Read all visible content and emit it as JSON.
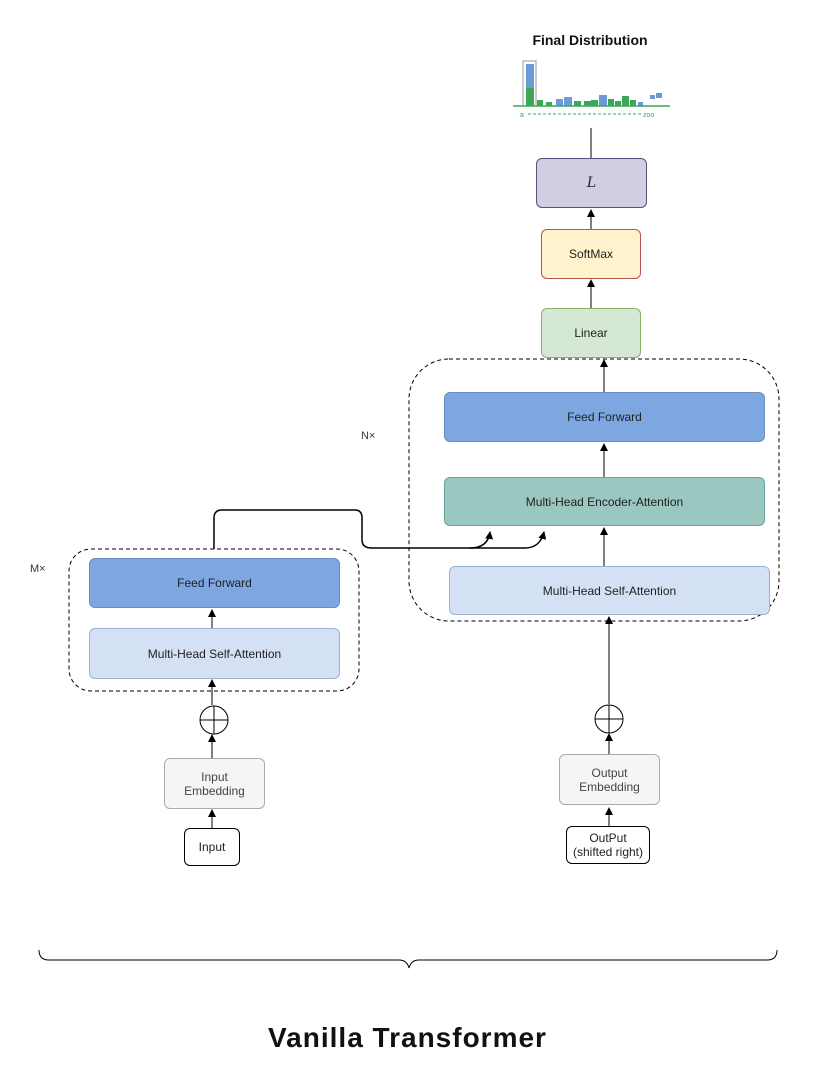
{
  "title": "Vanilla  Transformer",
  "final_distribution": {
    "title": "Final Distribution",
    "axis_start": "a",
    "axis_end": "zoo",
    "colors": {
      "blue": "#6c9ad8",
      "green": "#3aa857"
    }
  },
  "encoder": {
    "repeat_label": "M×",
    "feed_forward": "Feed Forward",
    "self_attention": "Multi-Head Self-Attention",
    "embedding": "Input\nEmbedding",
    "input": "Input"
  },
  "decoder": {
    "repeat_label": "N×",
    "feed_forward": "Feed Forward",
    "encoder_attention": "Multi-Head Encoder-Attention",
    "self_attention": "Multi-Head Self-Attention",
    "embedding": "Output\nEmbedding",
    "input": "OutPut\n(shifted right)"
  },
  "head": {
    "linear": "Linear",
    "softmax": "SoftMax",
    "loss": "L"
  },
  "colors": {
    "feed_forward": "#7ea6e0",
    "self_attention": "#d4e1f5",
    "encoder_attention": "#9ac7bf",
    "linear": "#d5e8d4",
    "softmax": "#fff2cc",
    "loss": "#d0cee2",
    "embedding": "#f5f5f5"
  }
}
